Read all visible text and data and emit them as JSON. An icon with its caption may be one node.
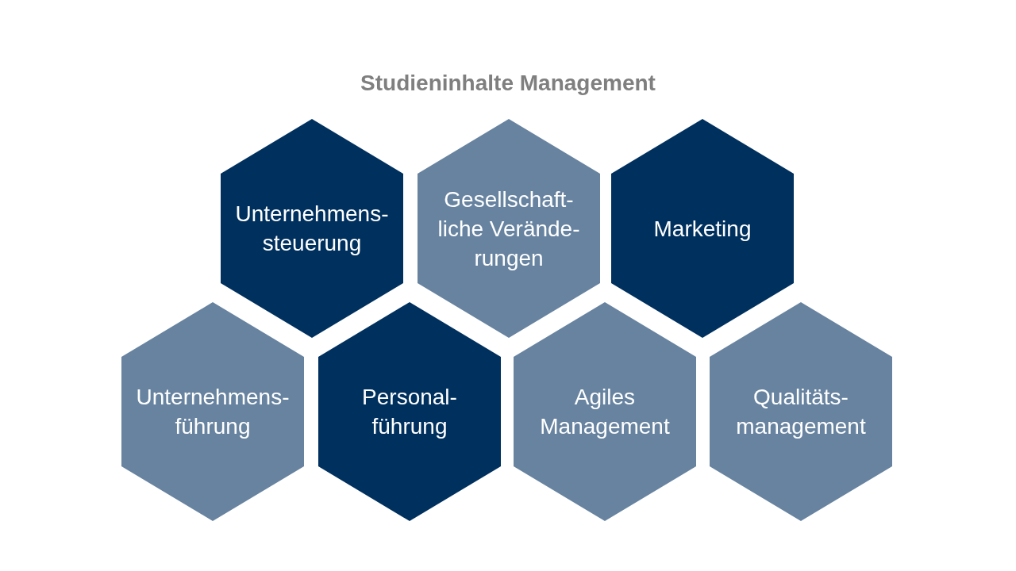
{
  "diagram": {
    "title": "Studieninhalte Management",
    "nodes": [
      {
        "text": [
          "Unternehmens- steuerung"
        ]
      },
      {
        "text": [
          "Gesellschaft- liche Verände- rungen"
        ]
      },
      {
        "text": [
          "Marketing"
        ]
      },
      {
        "text": [
          "Unternehmens- führung"
        ]
      },
      {
        "text": [
          "Personal- führung"
        ]
      },
      {
        "text": [
          "Agiles Management"
        ]
      },
      {
        "text": [
          "Qualitäts- management"
        ]
      }
    ]
  }
}
